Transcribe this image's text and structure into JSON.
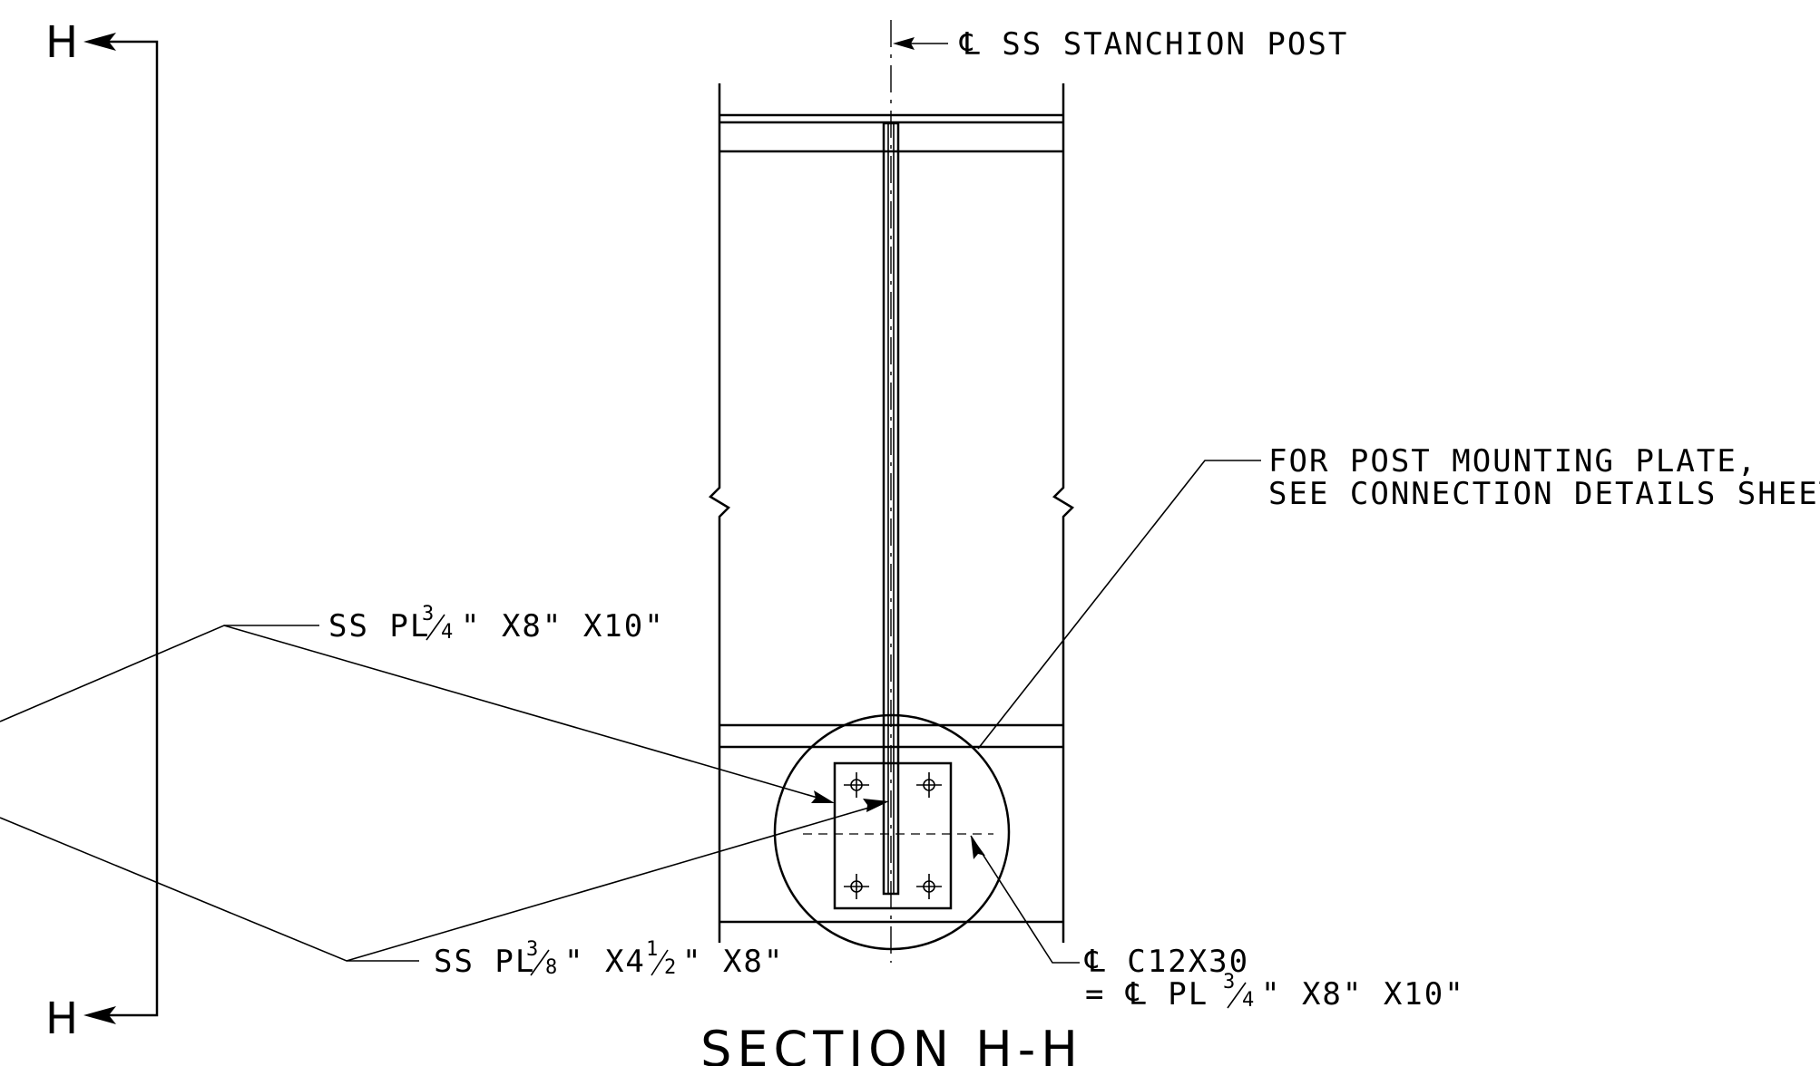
{
  "section_markers": {
    "top_letter": "H",
    "bottom_letter": "H"
  },
  "callouts": {
    "centerline_post": "℄ SS STANCHION POST",
    "mounting_plate_line1": "FOR POST MOUNTING PLATE,",
    "mounting_plate_line2": "SEE CONNECTION DETAILS SHEET",
    "plate_upper": {
      "prefix": "SS PL",
      "frac_num": "3",
      "frac_den": "4",
      "suffix": "\" X8\" X10\""
    },
    "plate_lower": {
      "prefix": "SS PL",
      "frac_num": "3",
      "frac_den": "8",
      "middle": "\" X4",
      "mixed_whole_frac_num": "1",
      "mixed_whole_frac_den": "2",
      "suffix": "\" X8\""
    },
    "channel_line1": "℄ C12X30",
    "channel_line2": {
      "prefix": "= ℄ PL",
      "frac_num": "3",
      "frac_den": "4",
      "suffix": "\" X8\" X10\""
    }
  },
  "title": "SECTION H-H"
}
